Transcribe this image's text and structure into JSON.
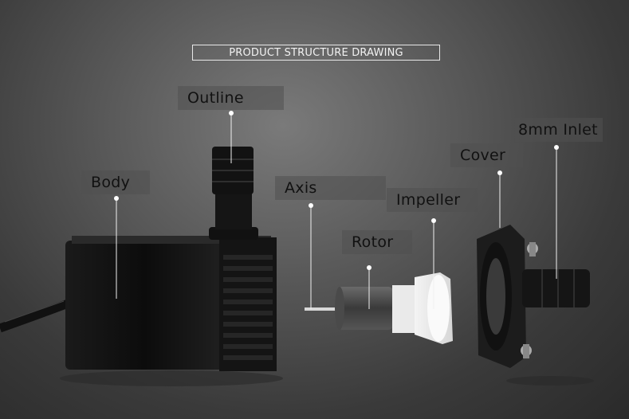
{
  "header": {
    "title": "PRODUCT STRUCTURE DRAWING"
  },
  "labels": {
    "outline": "Outline",
    "body": "Body",
    "axis": "Axis",
    "impeller": "Impeller",
    "rotor": "Rotor",
    "cover": "Cover",
    "inlet": "8mm Inlet"
  }
}
